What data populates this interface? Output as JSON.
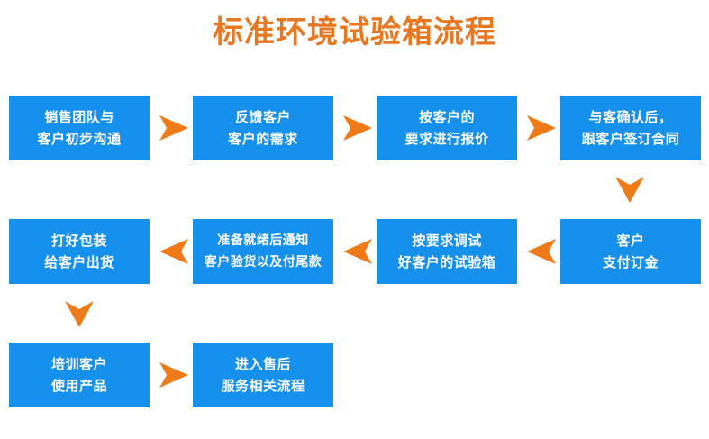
{
  "title": "标准环境试验箱流程",
  "colors": {
    "node_fill": "#1590EC",
    "node_text": "#FFFFFF",
    "arrow": "#EE7A18",
    "title": "#E87722",
    "background": "#FFFFFF"
  },
  "flow": {
    "nodes": [
      {
        "id": 1,
        "line1": "销售团队与",
        "line2": "客户初步沟通"
      },
      {
        "id": 2,
        "line1": "反馈客户",
        "line2": "客户的需求"
      },
      {
        "id": 3,
        "line1": "按客户的",
        "line2": "要求进行报价"
      },
      {
        "id": 4,
        "line1": "与客确认后，",
        "line2": "跟客户签订合同"
      },
      {
        "id": 5,
        "line1": "客户",
        "line2": "支付订金"
      },
      {
        "id": 6,
        "line1": "按要求调试",
        "line2": "好客户的试验箱"
      },
      {
        "id": 7,
        "line1": "准备就绪后通知",
        "line2": "客户验货以及付尾款"
      },
      {
        "id": 8,
        "line1": "打好包装",
        "line2": "给客户出货"
      },
      {
        "id": 9,
        "line1": "培训客户",
        "line2": "使用产品"
      },
      {
        "id": 10,
        "line1": "进入售后",
        "line2": "服务相关流程"
      }
    ],
    "arrows": [
      {
        "id": "r1-a",
        "direction": "right",
        "from": 1,
        "to": 2
      },
      {
        "id": "r1-b",
        "direction": "right",
        "from": 2,
        "to": 3
      },
      {
        "id": "r1-c",
        "direction": "right",
        "from": 3,
        "to": 4
      },
      {
        "id": "down-right",
        "direction": "down",
        "from": 4,
        "to": 5
      },
      {
        "id": "r2-a",
        "direction": "left",
        "from": 5,
        "to": 6
      },
      {
        "id": "r2-b",
        "direction": "left",
        "from": 6,
        "to": 7
      },
      {
        "id": "r2-c",
        "direction": "left",
        "from": 7,
        "to": 8
      },
      {
        "id": "down-left",
        "direction": "down",
        "from": 8,
        "to": 9
      },
      {
        "id": "r3-a",
        "direction": "right",
        "from": 9,
        "to": 10
      }
    ]
  }
}
